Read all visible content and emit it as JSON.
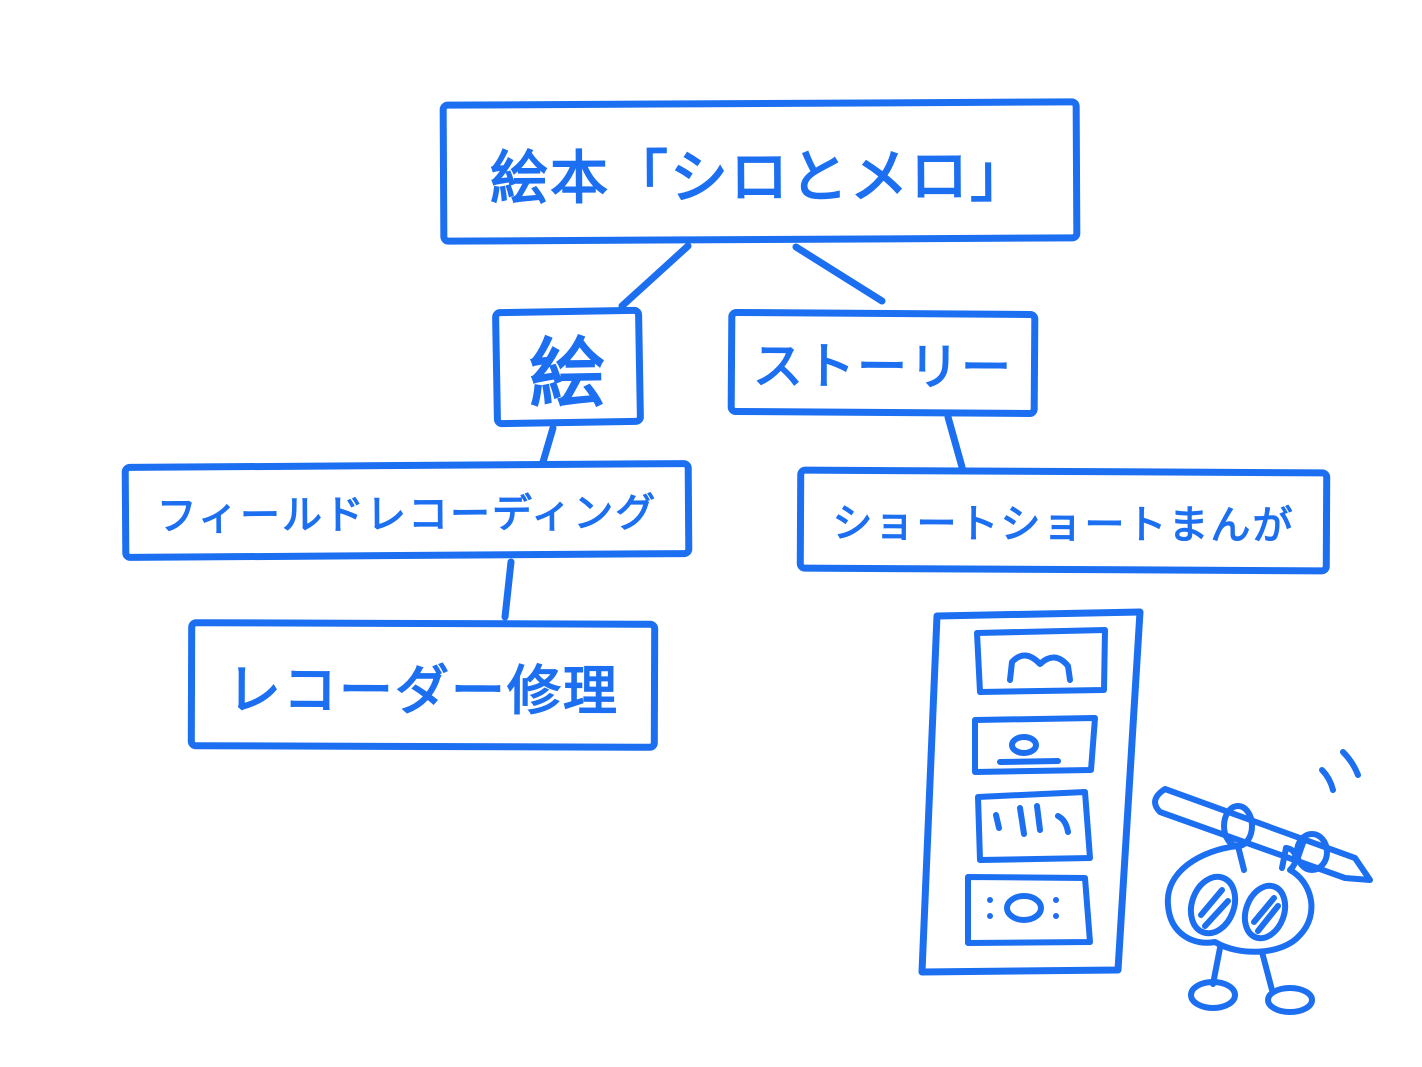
{
  "canvas": {
    "background": "#ffffff",
    "ink_color": "#1b6ff0"
  },
  "diagram": {
    "root": {
      "label": "絵本「シロとメロ」"
    },
    "branches": [
      {
        "label": "絵",
        "children": [
          {
            "label": "フィールドレコーディング",
            "children": [
              {
                "label": "レコーダー修理"
              }
            ]
          }
        ]
      },
      {
        "label": "ストーリー",
        "children": [
          {
            "label": "ショートショートまんが"
          }
        ]
      }
    ]
  },
  "icons": {
    "comic_strip": "comic-strip-icon",
    "character": "pen-holding-character-icon"
  }
}
